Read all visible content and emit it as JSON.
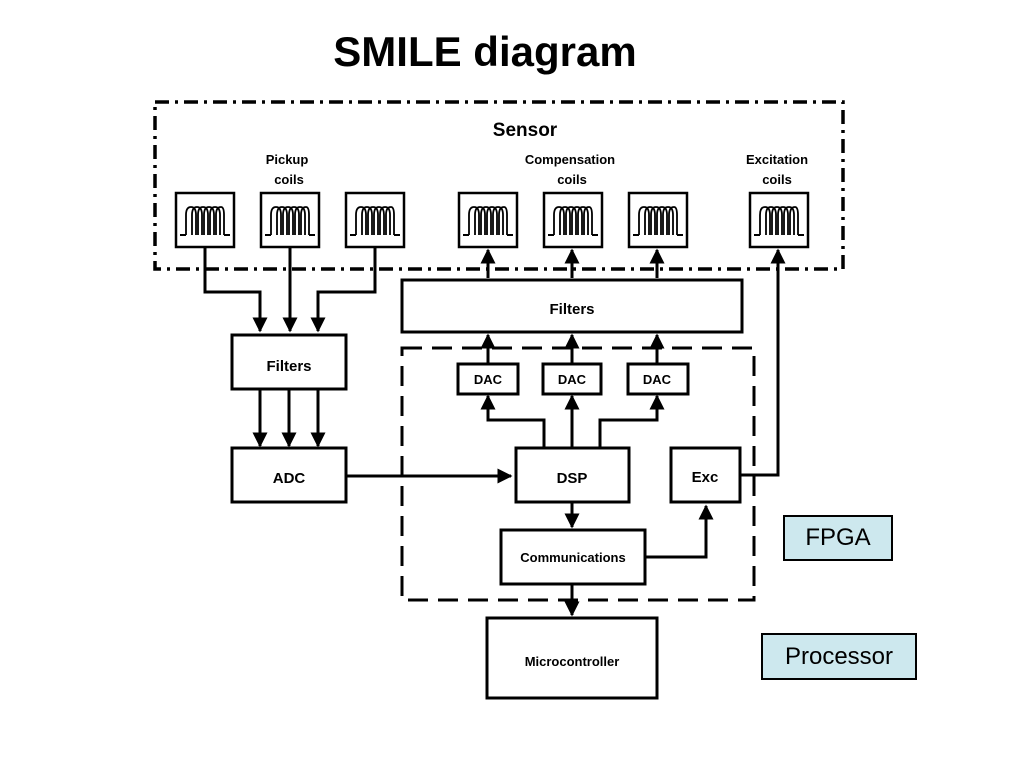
{
  "title": "SMILE diagram",
  "sensor": {
    "label": "Sensor",
    "pickup_label": [
      "Pickup",
      "coils"
    ],
    "compensation_label": [
      "Compensation",
      "coils"
    ],
    "excitation_label": [
      "Excitation",
      "coils"
    ]
  },
  "blocks": {
    "filters_in": "Filters",
    "filters_out": "Filters",
    "adc": "ADC",
    "dac": "DAC",
    "dsp": "DSP",
    "exc": "Exc",
    "communications": "Communications",
    "microcontroller": "Microcontroller"
  },
  "legend": {
    "fpga": "FPGA",
    "processor": "Processor",
    "tag_color": "#cde8ee"
  },
  "coil_icon": "coil-icon"
}
